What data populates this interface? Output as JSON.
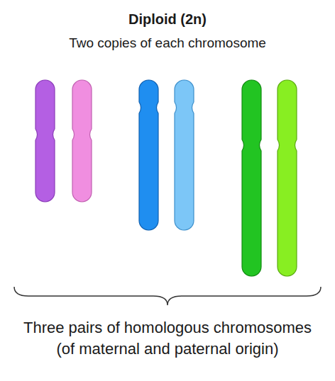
{
  "diagram": {
    "title": "Diploid (2n)",
    "labels": [
      "Two copies of each chromosome",
      "Three pairs of homologous chromosomes (of maternal and paternal origin)"
    ]
  }
}
